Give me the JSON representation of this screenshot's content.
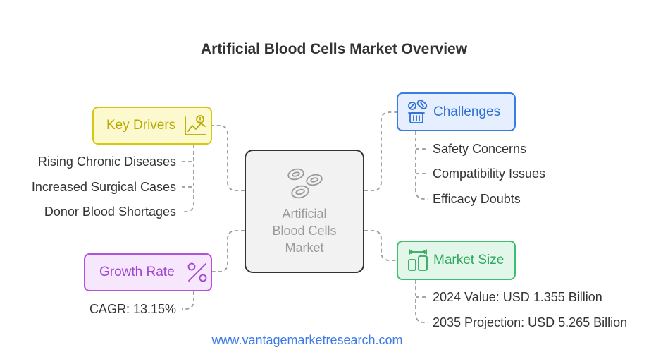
{
  "title": "Artificial Blood Cells Market Overview",
  "center": {
    "label": "Artificial Blood Cells Market",
    "icon": "blood-cells-icon"
  },
  "key_drivers": {
    "label": "Key Drivers",
    "icon": "growth-chart-icon",
    "items": [
      "Rising Chronic Diseases",
      "Increased Surgical Cases",
      "Donor Blood Shortages"
    ]
  },
  "growth_rate": {
    "label": "Growth Rate",
    "icon": "percent-icon",
    "items": [
      "CAGR: 13.15%"
    ]
  },
  "challenges": {
    "label": "Challenges",
    "icon": "pills-container-icon",
    "items": [
      "Safety Concerns",
      "Compatibility Issues",
      "Efficacy Doubts"
    ]
  },
  "market_size": {
    "label": "Market Size",
    "icon": "size-compare-icon",
    "items": [
      "2024 Value: USD 1.355 Billion",
      "2035 Projection: USD 5.265 Billion"
    ]
  },
  "footer": "www.vantagemarketresearch.com",
  "colors": {
    "drivers": "#d5c80f",
    "growth": "#b151dd",
    "challenges": "#3b7be6",
    "market": "#3cc070",
    "center_border": "#333333"
  }
}
